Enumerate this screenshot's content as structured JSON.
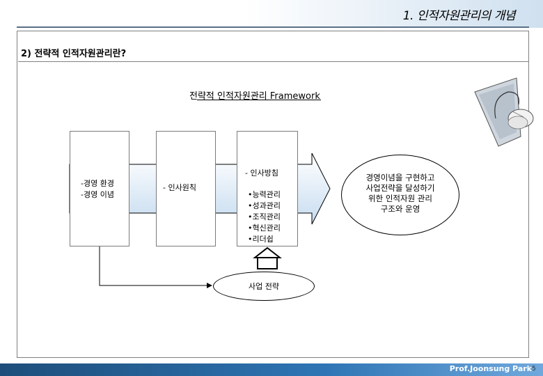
{
  "header": {
    "title": "1. 인적자원관리의 개념"
  },
  "section": {
    "heading": "2) 전략적 인적자원관리란?"
  },
  "framework": {
    "title": "전략적 인적자원관리 Framework",
    "environment_box": [
      "-경영 환경",
      "-경영 이념"
    ],
    "principle_box": [
      "- 인사원칙"
    ],
    "policy_box": {
      "heading": "- 인사방침",
      "items": [
        "•능력관리",
        "•성과관리",
        "•조직관리",
        "•혁신관리",
        "•리더쉽"
      ]
    },
    "goal": [
      "경영이념을 구현하고",
      "사업전략을 달성하기",
      "위한 인적자원 관리",
      "구조와 운영"
    ],
    "strategy": "사업 전략"
  },
  "footer": {
    "author": "Prof.Joonsung Park",
    "page": "5"
  },
  "colors": {
    "footer_bar": "#2f75b5",
    "arrow_fill": "#d9e8f6",
    "header_rule": "#5a6f86"
  },
  "icons": [
    "computer-mouse-clipart-icon",
    "house-icon"
  ]
}
